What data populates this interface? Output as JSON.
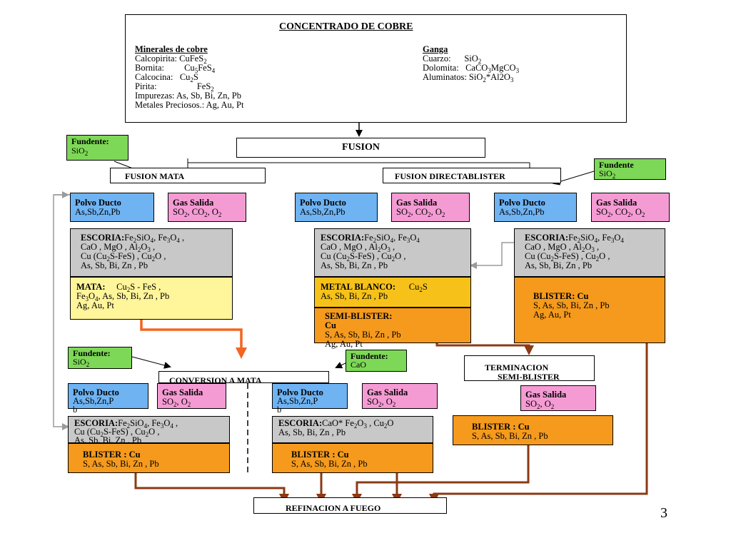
{
  "concentrado": {
    "title": "CONCENTRADO DE COBRE",
    "minerales_header": "Minerales de cobre",
    "calcopirita_label": "Calcopirita: CuFeS",
    "calcopirita_sub": "2",
    "bornita_label": "Bornita:",
    "bornita_cu": "Cu",
    "bornita_sub1": "5",
    "bornita_fes": "FeS",
    "bornita_sub2": "4",
    "calcocina_label": "Calcocina:",
    "calcocina_cu": "Cu",
    "calcocina_sub": "2",
    "calcocina_s": "S",
    "pirita_label": "Pirita:",
    "pirita_fes": "FeS",
    "pirita_sub": "2",
    "impurezas": "Impurezas:      As, Sb, Bi, Zn, Pb",
    "metales": "Metales Preciosos.: Ag, Au, Pt",
    "ganga_header": "Ganga",
    "cuarzo_label": "Cuarzo:",
    "cuarzo_val": "SiO",
    "cuarzo_sub": "2",
    "dolomita_label": "Dolomita:",
    "dolomita_caco": "CaCO",
    "dolomita_sub1": "3",
    "dolomita_mgco": "MgCO",
    "dolomita_sub2": "3",
    "aluminatos_label": "Aluminatos: SiO",
    "aluminatos_sub1": "2",
    "aluminatos_al": "*Al2O",
    "aluminatos_sub2": "3"
  },
  "fusion": "FUSION",
  "fundente_sio2": {
    "label": "Fundente:",
    "val": "SiO",
    "sub": "2"
  },
  "fundente_right": {
    "label": "Fundente",
    "val": "SiO",
    "sub": "2"
  },
  "fundente_cao": {
    "label": "Fundente:",
    "val": "CaO"
  },
  "fusion_mata": "FUSION MATA",
  "fusion_directa": "FUSION  DIRECTABLISTER",
  "polvo": {
    "title": "Polvo Ducto",
    "val": "As,Sb,Zn,Pb",
    "val_a": "As,Sb,Zn,P",
    "val_b": "b"
  },
  "gas": {
    "title": "Gas Salida",
    "so": "SO",
    "sub2": "2",
    "co": ", CO",
    "o": ", O",
    "so2o2_o": ", O"
  },
  "escoria": {
    "label": "ESCORIA:",
    "fe": "Fe",
    "sio": "SiO",
    "fe3o4_a": ", Fe",
    "o": "O",
    "s2": "2",
    "s3": "3",
    "s4": "4",
    "line2_a": "CaO , MgO , Al",
    "line2_b": "O",
    "line3_a": "Cu (Cu",
    "line3_b": "S-FeS) , Cu",
    "line3_c": "O ,",
    "line4": "As, Sb, Bi, Zn , Pb",
    "conv_line3": "As, Sb, Bi, Zn , Pb",
    "cao_label": "ESCORIA:",
    "cao_a": "CaO*  Fe",
    "cao_b": "O",
    "cao_c": " ,  Cu",
    "cao_d": "O"
  },
  "mata": {
    "label": "MATA:",
    "cu": "Cu",
    "s_fes": "S - FeS ,",
    "line2_fe": "Fe",
    "line2_o": "O",
    "line2_rest": ",  As, Sb, Bi,        Zn ,  Pb",
    "line3": "Ag, Au, Pt"
  },
  "metal_blanco": {
    "label": "METAL BLANCO:",
    "cu": "Cu",
    "s": "S",
    "line2": "As, Sb, Bi,        Zn ,  Pb"
  },
  "semi_blister": {
    "label": "SEMI-BLISTER:",
    "cu": "Cu",
    "line3": "S,   As, Sb, Bi,        Zn ,  Pb",
    "line4": "Ag, Au, Pt"
  },
  "blister_right": {
    "label": "BLISTER: Cu",
    "line2": "S,   As, Sb, Bi,        Zn ,  Pb",
    "line3": "Ag, Au, Pt"
  },
  "conversion": "CONVERSION A MATA",
  "terminacion": {
    "line1": "TERMINACION",
    "line2": "SEMI-BLISTER"
  },
  "blister": {
    "label": "BLISTER     :    Cu",
    "line2": "S,   As, Sb, Bi, Zn , Pb",
    "term_label": "BLISTER     :    Cu",
    "term_line2": "S,   As, Sb, Bi, Zn , Pb"
  },
  "refinacion": "REFINACION A FUEGO",
  "page_number": "3",
  "colors": {
    "blue": "#6fb3f2",
    "pink": "#f59bd4",
    "grey": "#c8c8c8",
    "yellow": "#fff59a",
    "gold": "#f6c21a",
    "orange": "#f59a1d",
    "green": "#7ed857",
    "arrow_brown": "#8b3a14",
    "arrow_orange": "#f26522"
  }
}
